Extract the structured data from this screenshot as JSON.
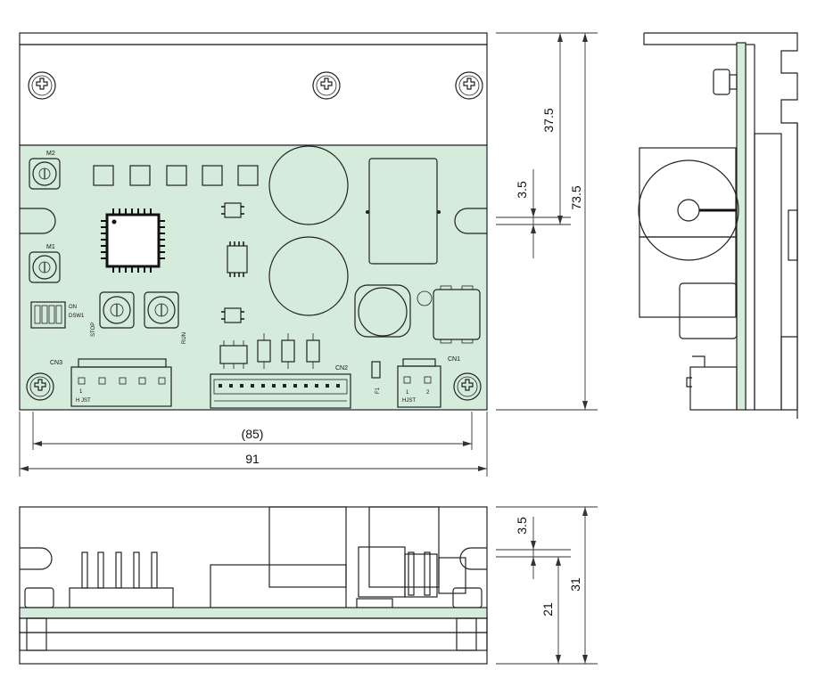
{
  "colors": {
    "pcb": "#d5ebdc",
    "outline": "#222222",
    "background": "#ffffff"
  },
  "dimensions": {
    "width_pitch": "(85)",
    "width_total": "91",
    "height_upper": "37.5",
    "height_total": "73.5",
    "offset_top": "3.5",
    "offset_side": "3.5",
    "side_height_lower": "21",
    "side_height_total": "31"
  },
  "labels": {
    "m2": "M2",
    "m1": "M1",
    "sw_on": "ON",
    "dsw1": "DSW1",
    "stop": "STOP",
    "run": "RUN",
    "cn3": "CN3",
    "cn2": "CN2",
    "cn1": "CN1",
    "f1": "F1",
    "cn3_pin1": "1",
    "cn3_maker": "H  JST",
    "cn1_pin1": "1",
    "cn1_pin2": "2",
    "cn1_maker": "HJST"
  }
}
